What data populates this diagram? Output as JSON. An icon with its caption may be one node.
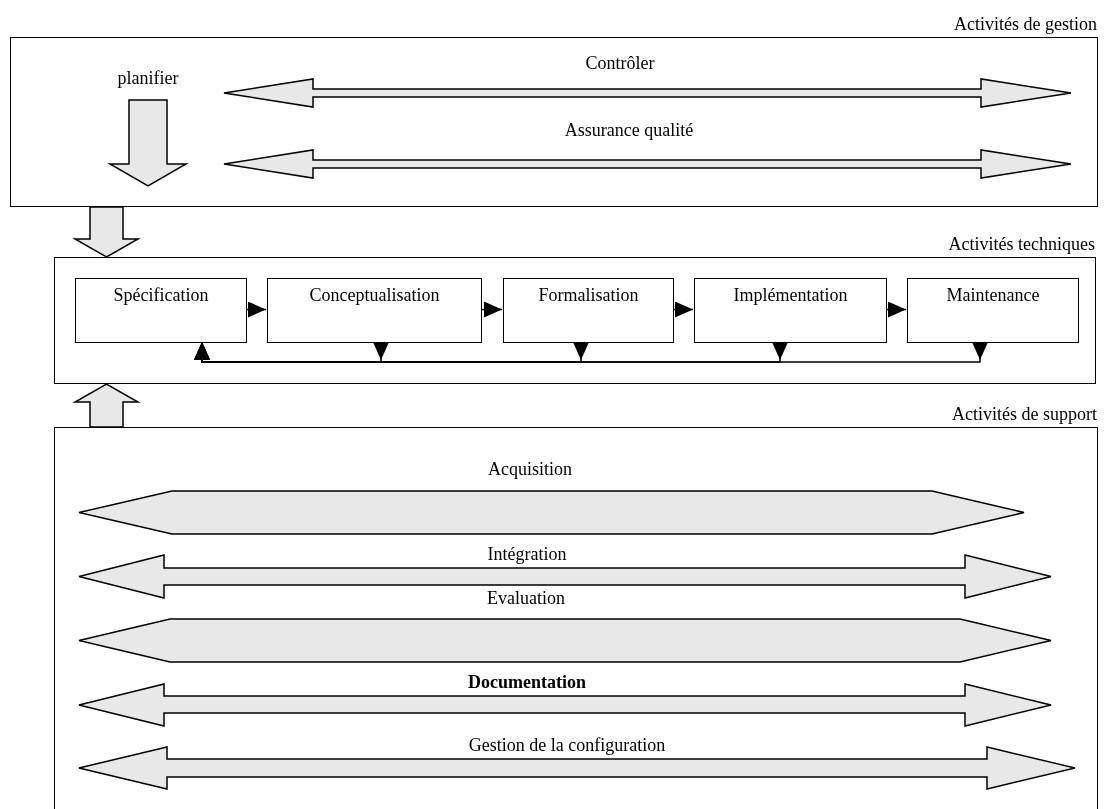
{
  "diagram": {
    "nodes": [
      {
        "text": [
          "Activités de gestion"
        ]
      },
      {
        "text": [
          "Activités techniques"
        ]
      },
      {
        "text": [
          "Spécification"
        ],
        "in": 1
      },
      {
        "text": [
          "Conceptualisation"
        ],
        "in": 1
      },
      {
        "text": [
          "Formalisation"
        ],
        "in": 1
      },
      {
        "text": [
          "Implémentation"
        ],
        "in": 1
      },
      {
        "text": [
          "Maintenance"
        ],
        "in": 1
      },
      {
        "text": [
          "Activités de support"
        ]
      }
    ],
    "edges": [
      {
        "from": 0,
        "to": 1,
        "arrow": "to",
        "style": "thick"
      },
      {
        "from": 7,
        "to": 1,
        "arrow": "to",
        "style": "thick"
      },
      {
        "from": 2,
        "to": 3,
        "arrow": "to"
      },
      {
        "from": 3,
        "to": 4,
        "arrow": "to"
      },
      {
        "from": 4,
        "to": 5,
        "arrow": "to"
      },
      {
        "from": 5,
        "to": 6,
        "arrow": "to"
      },
      {
        "from": 3,
        "to": 2,
        "arrow": "to"
      },
      {
        "from": 4,
        "to": 2,
        "arrow": "to"
      },
      {
        "from": 5,
        "to": 2,
        "arrow": "to"
      },
      {
        "from": 6,
        "to": 2,
        "arrow": "to"
      }
    ],
    "labels": [
      "planifier",
      "Contrôler",
      "Assurance qualité",
      "Acquisition",
      "Intégration",
      "Evaluation",
      "Documentation",
      "Gestion de la configuration"
    ]
  }
}
